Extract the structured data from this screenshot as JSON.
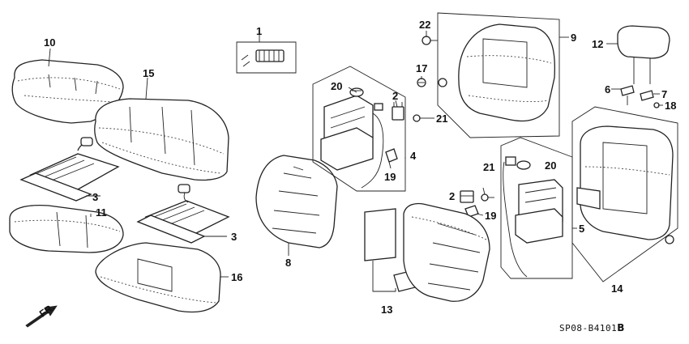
{
  "diagram_code": "SP08-B4101",
  "diagram_code_suffix": "B",
  "direction_label": "FR.",
  "callouts": {
    "c1": "1",
    "c2a": "2",
    "c2b": "2",
    "c3a": "3",
    "c3b": "3",
    "c5": "5",
    "c4": "4",
    "c6": "6",
    "c7": "7",
    "c8": "8",
    "c9": "9",
    "c10": "10",
    "c11": "11",
    "c12": "12",
    "c13": "13",
    "c14": "14",
    "c15": "15",
    "c16": "16",
    "c17": "17",
    "c18": "18",
    "c19a": "19",
    "c19b": "19",
    "c20a": "20",
    "c20b": "20",
    "c21a": "21",
    "c21b": "21",
    "c22": "22"
  }
}
